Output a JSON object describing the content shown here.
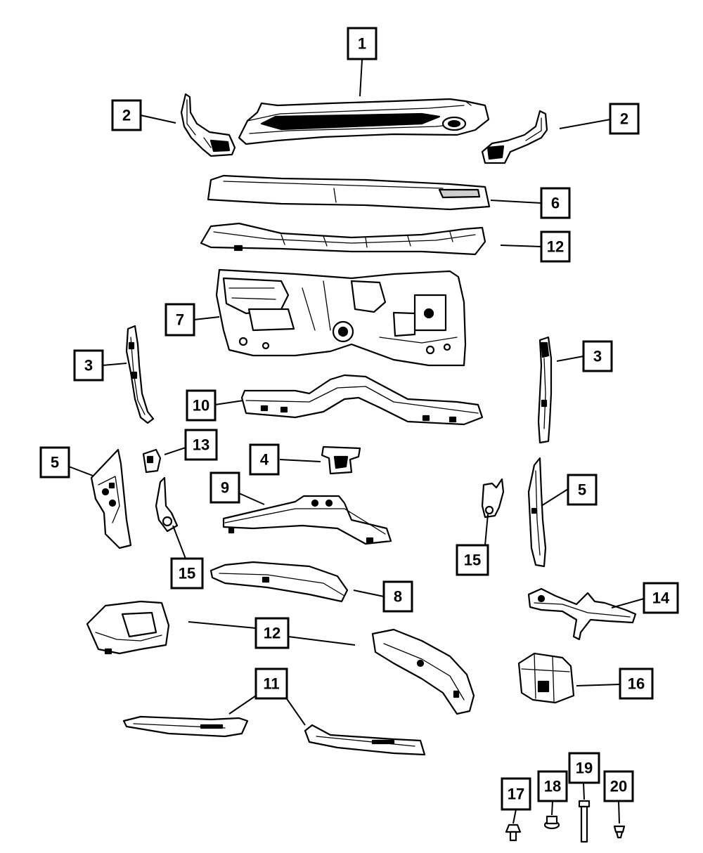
{
  "callouts": [
    {
      "id": "c1a",
      "label": "1"
    },
    {
      "id": "c2a",
      "label": "2"
    },
    {
      "id": "c2b",
      "label": "2"
    },
    {
      "id": "c6",
      "label": "6"
    },
    {
      "id": "c12a",
      "label": "12"
    },
    {
      "id": "c7",
      "label": "7"
    },
    {
      "id": "c3a",
      "label": "3"
    },
    {
      "id": "c3b",
      "label": "3"
    },
    {
      "id": "c10",
      "label": "10"
    },
    {
      "id": "c13",
      "label": "13"
    },
    {
      "id": "c4",
      "label": "4"
    },
    {
      "id": "c5a",
      "label": "5"
    },
    {
      "id": "c5b",
      "label": "5"
    },
    {
      "id": "c9",
      "label": "9"
    },
    {
      "id": "c15a",
      "label": "15"
    },
    {
      "id": "c15b",
      "label": "15"
    },
    {
      "id": "c8",
      "label": "8"
    },
    {
      "id": "c14",
      "label": "14"
    },
    {
      "id": "c12b",
      "label": "12"
    },
    {
      "id": "c11",
      "label": "11"
    },
    {
      "id": "c16",
      "label": "16"
    },
    {
      "id": "c17",
      "label": "17"
    },
    {
      "id": "c18",
      "label": "18"
    },
    {
      "id": "c19",
      "label": "19"
    },
    {
      "id": "c20",
      "label": "20"
    }
  ]
}
